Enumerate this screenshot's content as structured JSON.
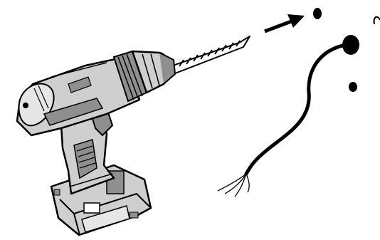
{
  "figure": {
    "kind": "instructional-illustration",
    "depicts": [
      "cordless-drill",
      "drill-bit",
      "direction-arrow",
      "wall-holes",
      "hidden-cable"
    ],
    "colors": {
      "ink": "#000000",
      "body_gray": "#cfcfcf",
      "dark_gray": "#8f8f8f",
      "paper": "#ffffff"
    }
  }
}
